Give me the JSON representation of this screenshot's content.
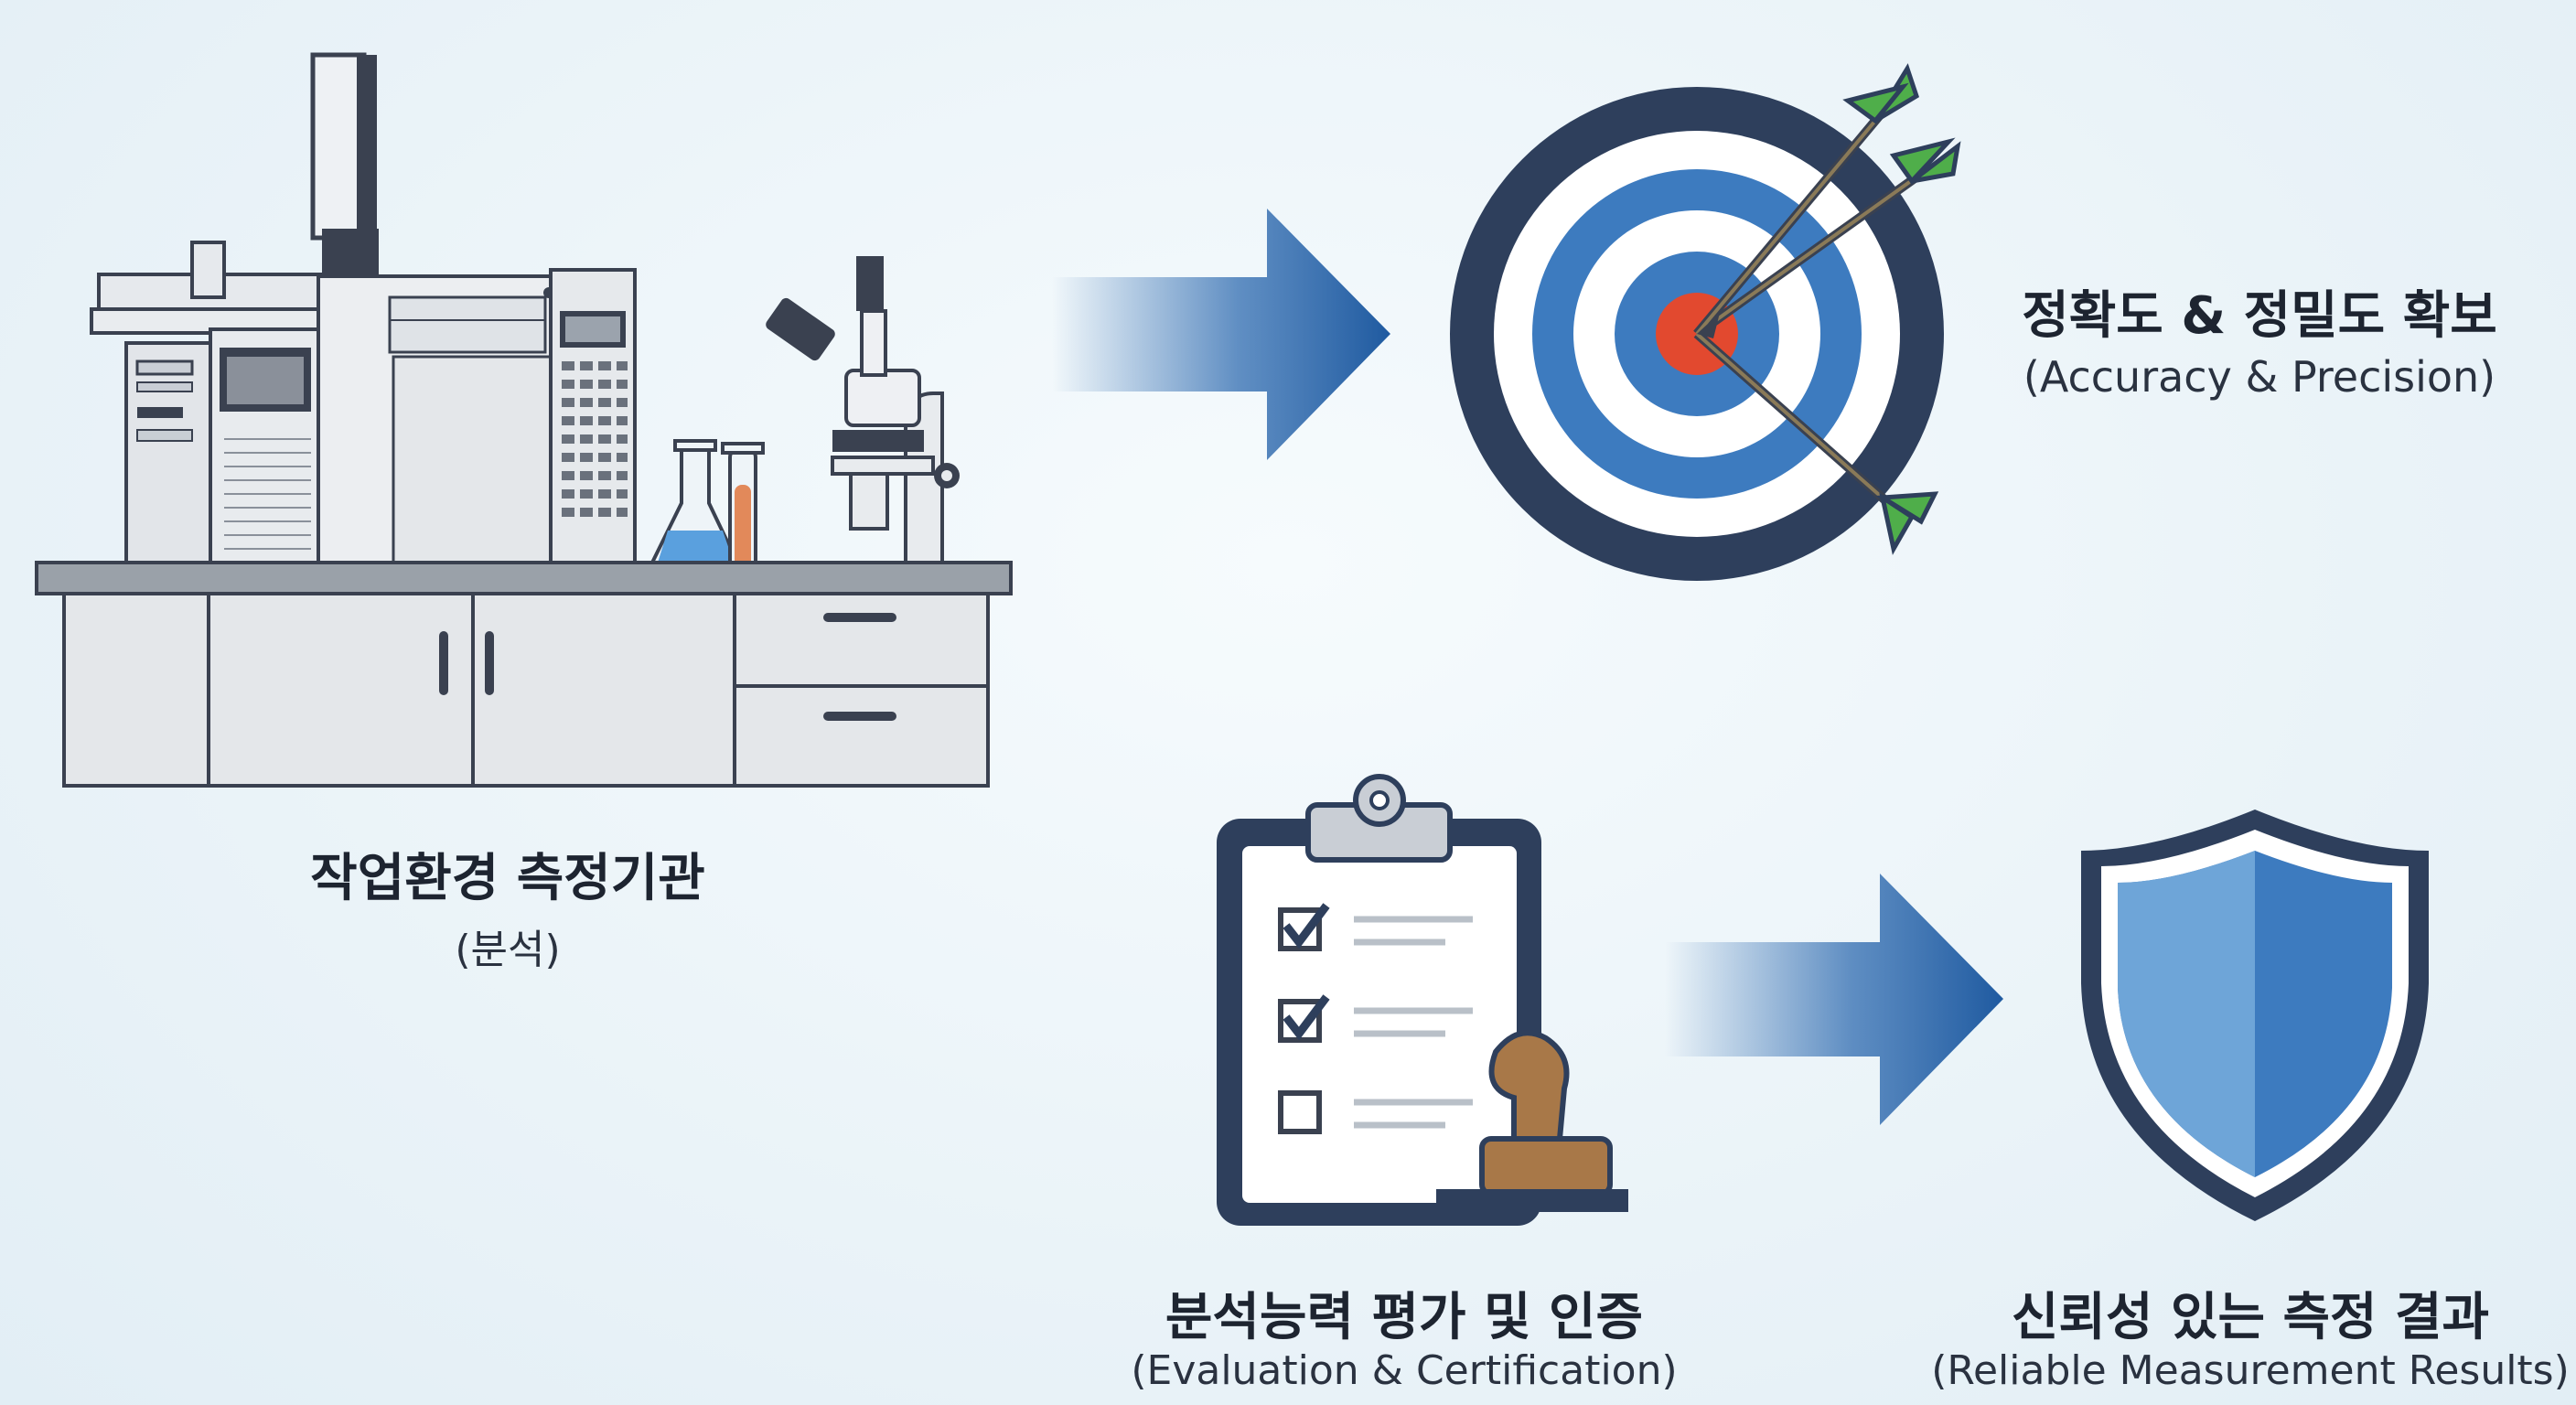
{
  "labs": {
    "title": "작업환경 측정기관",
    "subtitle": "(분석)"
  },
  "accuracy": {
    "title": "정확도 & 정밀도 확보",
    "subtitle": "(Accuracy & Precision)"
  },
  "evaluation": {
    "title": "분석능력 평가 및 인증",
    "subtitle": "(Evaluation & Certification)"
  },
  "reliable": {
    "title": "신뢰성 있는 측정 결과",
    "subtitle": "(Reliable Measurement Results)"
  },
  "colors": {
    "navy": "#2e3f5c",
    "blue": "#3d7bbf",
    "light_blue": "#6ea5d8",
    "red": "#e2492f",
    "green": "#4fae4a",
    "brown": "#a87848"
  }
}
